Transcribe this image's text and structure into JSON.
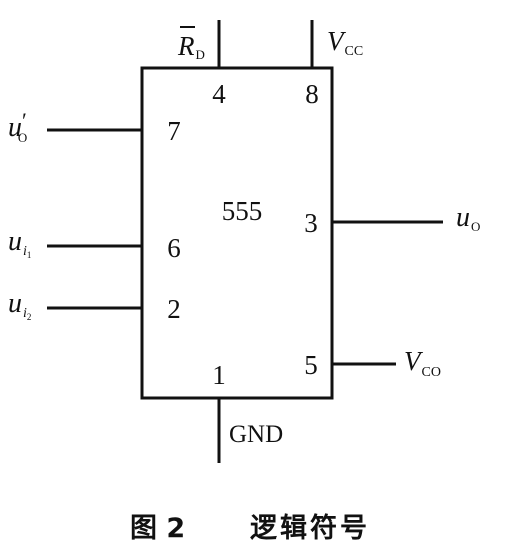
{
  "diagram": {
    "chip_label": "555",
    "pins": {
      "reset": {
        "number": "4",
        "symbol": "R",
        "subscript": "D"
      },
      "vcc": {
        "number": "8",
        "symbol": "V",
        "subscript": "CC"
      },
      "discharge": {
        "number": "7",
        "symbol": "u",
        "prime": "′",
        "subscript": "O"
      },
      "threshold": {
        "number": "6",
        "symbol": "u",
        "subscript": "i",
        "sub_subscript": "1"
      },
      "trigger": {
        "number": "2",
        "symbol": "u",
        "subscript": "i",
        "sub_subscript": "2"
      },
      "output": {
        "number": "3",
        "symbol": "u",
        "subscript": "O"
      },
      "control": {
        "number": "5",
        "symbol": "V",
        "subscript": "CO"
      },
      "ground": {
        "number": "1",
        "label": "GND"
      }
    }
  },
  "caption": {
    "figure_number": "图 2",
    "title": "逻辑符号"
  },
  "colors": {
    "ink": "#111111",
    "background": "#ffffff"
  }
}
